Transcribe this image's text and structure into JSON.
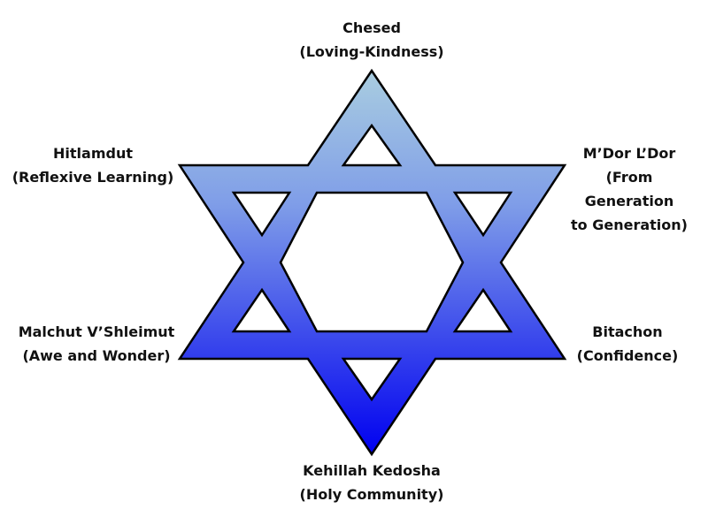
{
  "diagram": {
    "star_colors": {
      "top": "#a9cde0",
      "bottom": "#0000f0",
      "outline": "#000000"
    },
    "labels": {
      "top": {
        "lines": [
          "Chesed",
          "(Loving-Kindness)"
        ]
      },
      "upper_left": {
        "lines": [
          "Hitlamdut",
          "(Reflexive Learning)"
        ]
      },
      "upper_right": {
        "lines": [
          "M’Dor L’Dor",
          "(From",
          "Generation",
          "to Generation)"
        ]
      },
      "lower_left": {
        "lines": [
          "Malchut V’Shleimut",
          "(Awe and Wonder)"
        ]
      },
      "lower_right": {
        "lines": [
          "Bitachon",
          "(Confidence)"
        ]
      },
      "bottom": {
        "lines": [
          "Kehillah Kedosha",
          "(Holy Community)"
        ]
      }
    }
  }
}
